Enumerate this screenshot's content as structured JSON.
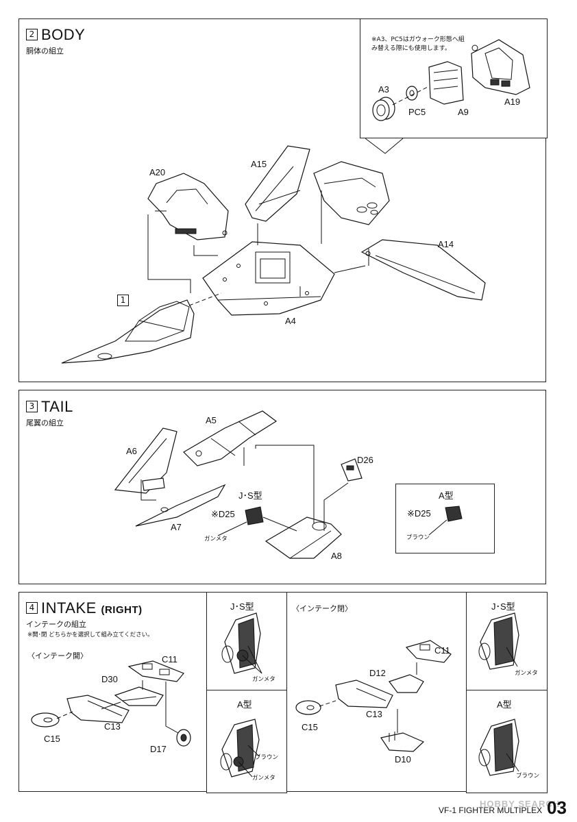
{
  "body_step": {
    "number": "2",
    "title": "BODY",
    "subtitle": "胴体の組立",
    "ref_box": "1",
    "note": "※A3、PC5はガウォーク形態へ組み替える際にも使用します。",
    "parts": {
      "a20": "A20",
      "a15": "A15",
      "a14": "A14",
      "a4": "A4",
      "a3": "A3",
      "pc5": "PC5",
      "a9": "A9",
      "a19": "A19"
    }
  },
  "tail_step": {
    "number": "3",
    "title": "TAIL",
    "subtitle": "尾翼の組立",
    "parts": {
      "a5": "A5",
      "a6": "A6",
      "a7": "A7",
      "a8": "A8",
      "d26": "D26",
      "d25": "※D25",
      "d25_a": "※D25"
    },
    "js_type": "J･S型",
    "a_type": "A型",
    "gunmetal": "ガンメタ",
    "brown": "ブラウン"
  },
  "intake_step": {
    "number": "4",
    "title": "INTAKE",
    "title_suffix": "(RIGHT)",
    "subtitle": "インテークの組立",
    "note": "※開･閉 どちらかを選択して組み立てください。",
    "open_label": "〈インテーク開〉",
    "closed_label": "〈インテーク閉〉",
    "open_parts": {
      "c11": "C11",
      "d30": "D30",
      "c13": "C13",
      "c15": "C15",
      "d17": "D17"
    },
    "closed_parts": {
      "c11": "C11",
      "d12": "D12",
      "c13": "C13",
      "c15": "C15",
      "d10": "D10"
    },
    "js_type": "J･S型",
    "a_type": "A型",
    "gunmetal": "ガンメタ",
    "brown": "ブラウン"
  },
  "footer": {
    "product": "VF-1 FIGHTER MULTIPLEX",
    "page": "03",
    "watermark": "HOBBY SEARCH"
  }
}
